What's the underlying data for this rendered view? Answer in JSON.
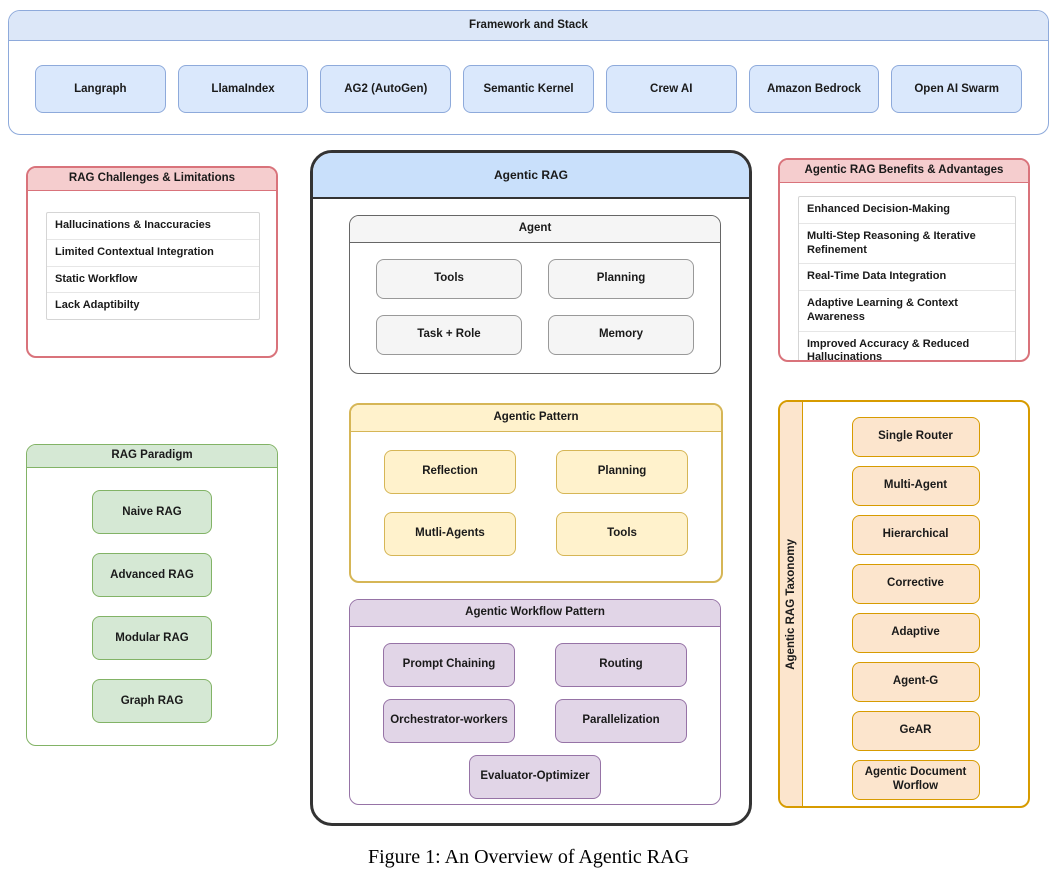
{
  "framework": {
    "title": "Framework and Stack",
    "items": [
      "Langraph",
      "LlamaIndex",
      "AG2 (AutoGen)",
      "Semantic Kernel",
      "Crew AI",
      "Amazon Bedrock",
      "Open AI Swarm"
    ]
  },
  "challenges": {
    "title": "RAG Challenges & Limitations",
    "items": [
      "Hallucinations & Inaccuracies",
      "Limited Contextual Integration",
      "Static Workflow",
      "Lack Adaptibilty"
    ]
  },
  "paradigm": {
    "title": "RAG Paradigm",
    "items": [
      "Naive RAG",
      "Advanced RAG",
      "Modular RAG",
      "Graph RAG"
    ]
  },
  "benefits": {
    "title": "Agentic RAG Benefits & Advantages",
    "items": [
      "Enhanced Decision-Making",
      "Multi-Step Reasoning & Iterative Refinement",
      "Real-Time Data Integration",
      "Adaptive Learning & Context Awareness",
      "Improved Accuracy & Reduced Hallucinations"
    ]
  },
  "agentic_rag": {
    "title": "Agentic RAG",
    "agent": {
      "title": "Agent",
      "items": [
        "Tools",
        "Planning",
        "Task + Role",
        "Memory"
      ]
    },
    "pattern": {
      "title": "Agentic Pattern",
      "items": [
        "Reflection",
        "Planning",
        "Mutli-Agents",
        "Tools"
      ]
    },
    "workflow": {
      "title": "Agentic Workflow Pattern",
      "items": [
        "Prompt Chaining",
        "Routing",
        "Orchestrator-workers",
        "Parallelization"
      ],
      "last_item": "Evaluator-Optimizer"
    }
  },
  "taxonomy": {
    "title": "Agentic RAG Taxonomy",
    "items": [
      "Single Router",
      "Multi-Agent",
      "Hierarchical",
      "Corrective",
      "Adaptive",
      "Agent-G",
      "GeAR",
      "Agentic Document Worflow"
    ]
  },
  "caption": "Figure 1: An Overview of Agentic RAG",
  "colors": {
    "blue_fill": "#dae8fc",
    "blue_stroke": "#8eaadb",
    "agentic_header": "#c9e0fb",
    "red_fill": "#f5cdce",
    "red_stroke": "#d9737b",
    "green_fill": "#d5e8d4",
    "green_stroke": "#82b366",
    "yellow_fill": "#fff2cc",
    "yellow_stroke": "#d6b656",
    "purple_fill": "#e1d5e7",
    "purple_stroke": "#9673a6",
    "orange_fill": "#fce5cd",
    "orange_stroke": "#d79b00",
    "gray_fill": "#f5f5f5",
    "gray_stroke": "#666666",
    "dark_stroke": "#333333"
  }
}
